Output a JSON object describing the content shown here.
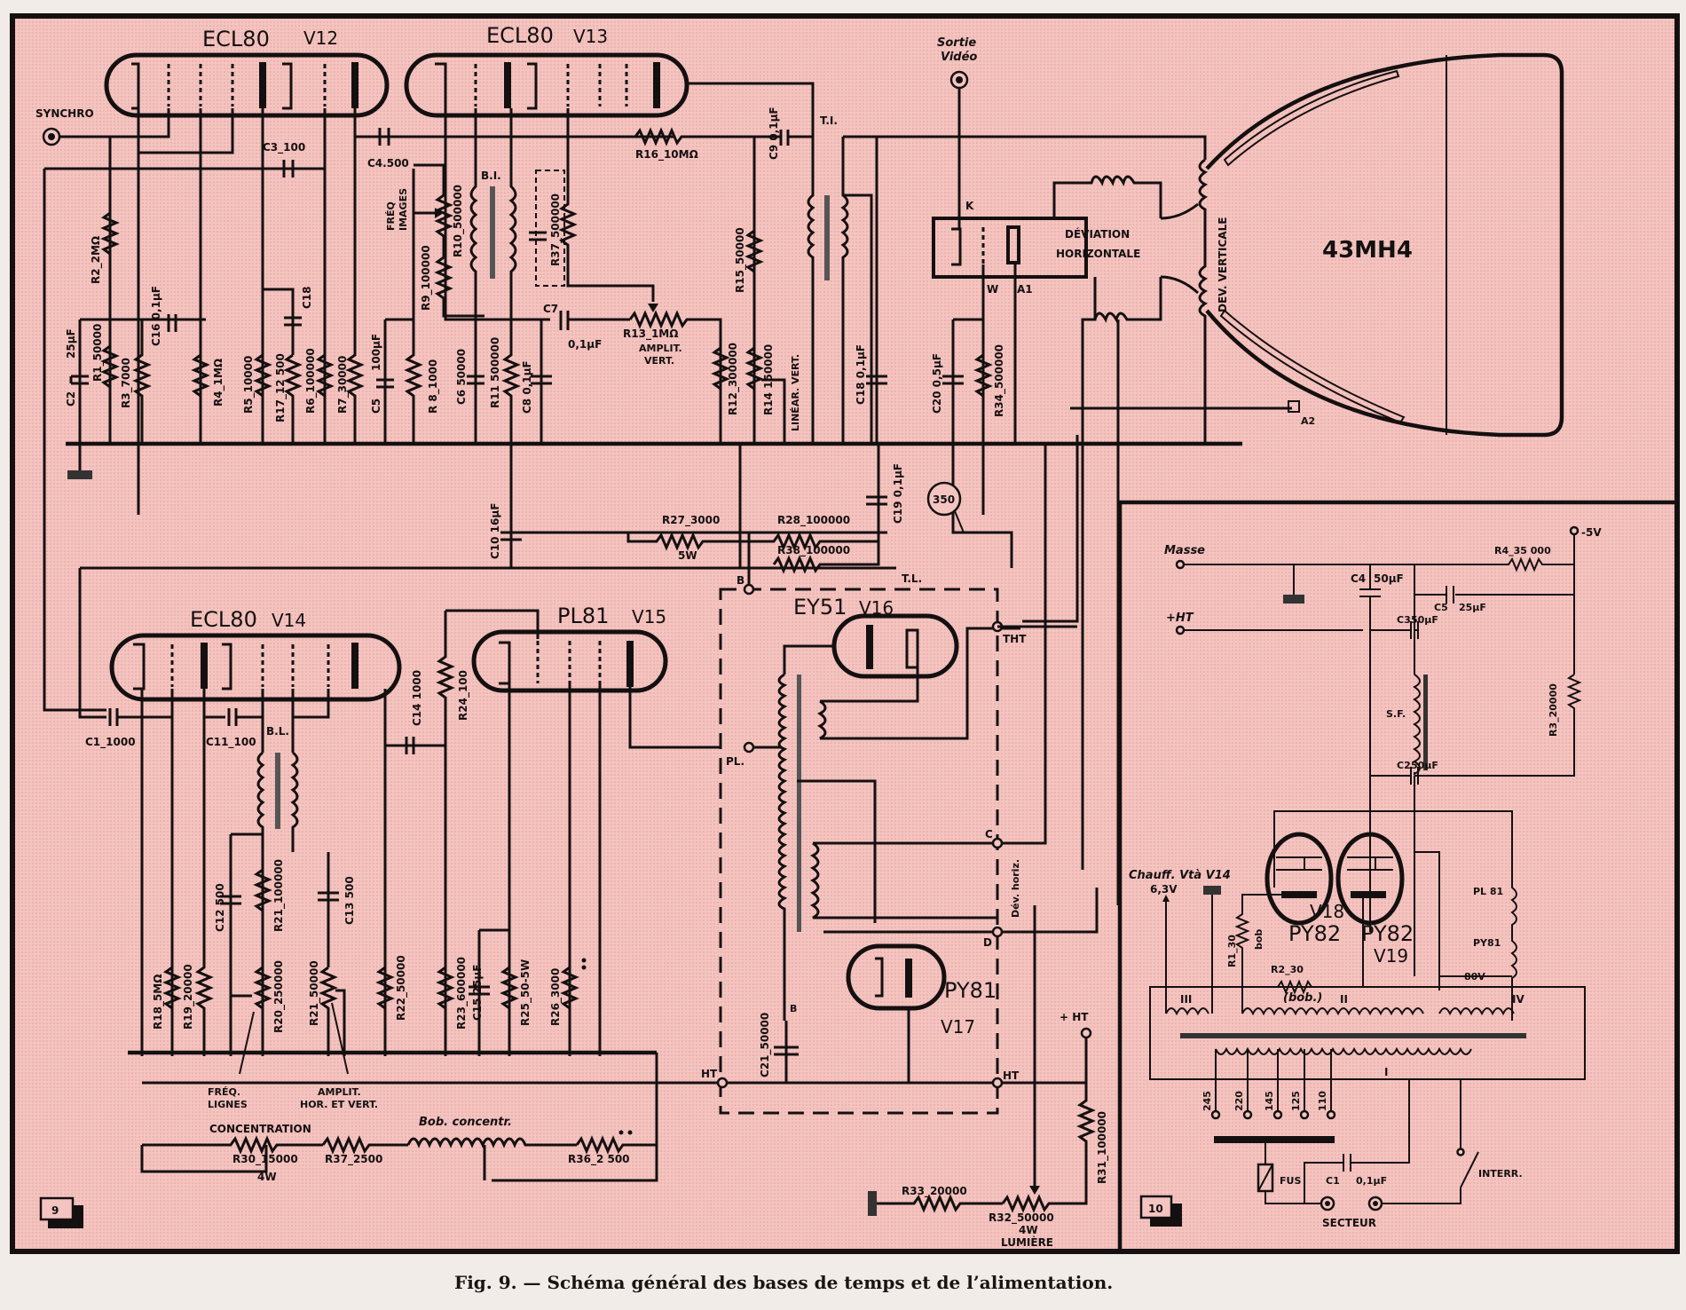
{
  "figure": {
    "caption": "Fig. 9. — Schéma général des bases de temps et de l’alimentation.",
    "panel_9_number": "9",
    "panel_10_number": "10",
    "colors": {
      "paper": "#f1ece8",
      "panel_fill": "#f3c4c0",
      "ink": "#141010"
    }
  },
  "tubes": {
    "v12": {
      "type": "ECL80",
      "id": "V12"
    },
    "v13": {
      "type": "ECL80",
      "id": "V13"
    },
    "v14": {
      "type": "ECL80",
      "id": "V14"
    },
    "v15": {
      "type": "PL81",
      "id": "V15"
    },
    "v16": {
      "type": "EY51",
      "id": "V16"
    },
    "v17": {
      "type": "PY81",
      "id": "V17"
    },
    "v18": {
      "type": "PY82",
      "id": "V18"
    },
    "v19": {
      "type": "PY82",
      "id": "V19"
    },
    "crt": {
      "type": "43MH4"
    }
  },
  "connectors": {
    "synchro": "SYNCHRO",
    "video_out_1": "Sortie",
    "video_out_2": "Vidéo",
    "test_point": "350",
    "masse": "Masse",
    "plus_ht": "+HT",
    "minus_5v": "-5V",
    "plus_ht_bottom": "+ HT",
    "secteur": "SECTEUR"
  },
  "labels": {
    "ti": "T.I.",
    "tl": "T.L.",
    "bi_top": "B.I.",
    "bl": "B.L.",
    "k": "K",
    "w": "W",
    "a1": "A1",
    "a2": "A2",
    "deviation_h_1": "DÉVIATION",
    "deviation_h_2": "HORIZONTALE",
    "dev_vert": "DEV.  VERTICALE",
    "freq_images_1": "FRÉQ",
    "freq_images_2": "IMAGES",
    "amplit_vert_1": "AMPLIT.",
    "amplit_vert_2": "VERT.",
    "linear_vert": "LINÉAR. VERT.",
    "freq_lignes_1": "FRÉQ.",
    "freq_lignes_2": "LIGNES",
    "amplit_hv_1": "AMPLIT.",
    "amplit_hv_2": "HOR. ET VERT.",
    "concentration": "CONCENTRATION",
    "bob_concentr": "Bob. concentr.",
    "lumiere": "LUMIÈRE",
    "b1": "B",
    "b2": "B",
    "pl": "PL.",
    "tht": "THT",
    "c": "C",
    "d": "D",
    "ht1": "HT",
    "ht2": "HT",
    "dev_hor": "Dév. horiz.",
    "sf": "S.F.",
    "chauff": "Chauff. Vtà V14",
    "v63": "6,3V",
    "v80": "80V",
    "pl81_fil": "PL 81",
    "py81_fil": "PY81",
    "w3": "III",
    "w2": "II",
    "w4": "IV",
    "w1": "I",
    "fus": "FUS",
    "interr": "INTERR.",
    "bob": "(bob.)",
    "tap_245": "245",
    "tap_220": "220",
    "tap_145": "145",
    "tap_125": "125",
    "tap_110": "110"
  },
  "components": {
    "r1": "R1_50000",
    "r2": "R2_2MΩ",
    "r3": "R3_7000",
    "r4": "R4_1MΩ",
    "r5": "R5_10000",
    "r6": "R6_100000",
    "r7": "R7_30000",
    "r8": "R 8_1000",
    "r9": "R9_100000",
    "r10": "R10_500000",
    "r11": "R11 500000",
    "r12": "R12_300000",
    "r13": "R13_1MΩ",
    "r14": "R14 150000",
    "r15": "R15_50000",
    "r16": "R16_10MΩ",
    "r17": "R17_12 500",
    "r18": "R18_5MΩ",
    "r19": "R19_20000",
    "r20": "R20_250000",
    "r21a": "R21_100000",
    "r21b": "R21_50000",
    "r22": "R22_50000",
    "r23": "R23_600000",
    "r24": "R24_100",
    "r25": "R25_50-5W",
    "r26": "R26_3000",
    "r27": "R27_3000",
    "r27w": "5W",
    "r28": "R28_100000",
    "r30": "R30_15000",
    "r30w": "4W",
    "r31": "R31_100000",
    "r32": "R32_50000",
    "r32w": "4W",
    "r33": "R33_20000",
    "r34": "R34_500000",
    "r36": "R36_2 500",
    "r37": "R37_500000",
    "r37b": "R37_2500",
    "r38": "R38_100000",
    "c1": "C1_1000",
    "c2": "C2",
    "c2v": "25µF",
    "c3": "C3_100",
    "c4": "C4.500",
    "c5": "C5",
    "c5v": "100µF",
    "c6": "C6 50000",
    "c7": "C7",
    "c7v": "0,1µF",
    "c8": "C8 0,1µF",
    "c9": "C9 0,1µF",
    "c10": "C10 16µF",
    "c11": "C11_100",
    "c12": "C12 500",
    "c13": "C13 500",
    "c14": "C14 1000",
    "c15": "C15 25µF",
    "c16": "C16 0,1µF",
    "c18a": "C18",
    "c18b": "C18 0,1µF",
    "c19": "C19 0,1µF",
    "c20": "C20 0,5µF",
    "c21": "C21_50000"
  },
  "power_supply": {
    "r4": "R4_35 000",
    "r3": "R3_20000",
    "r1": "R1_30",
    "r1b": "bob",
    "r2": "R2_30",
    "c4": "C4",
    "c4v": "50µF",
    "c5": "C5",
    "c5v": "25µF",
    "c3": "C3",
    "c3v": "50µF",
    "c2": "C2",
    "c2v": "50µF",
    "c1": "C1",
    "c1v": "0,1µF"
  }
}
